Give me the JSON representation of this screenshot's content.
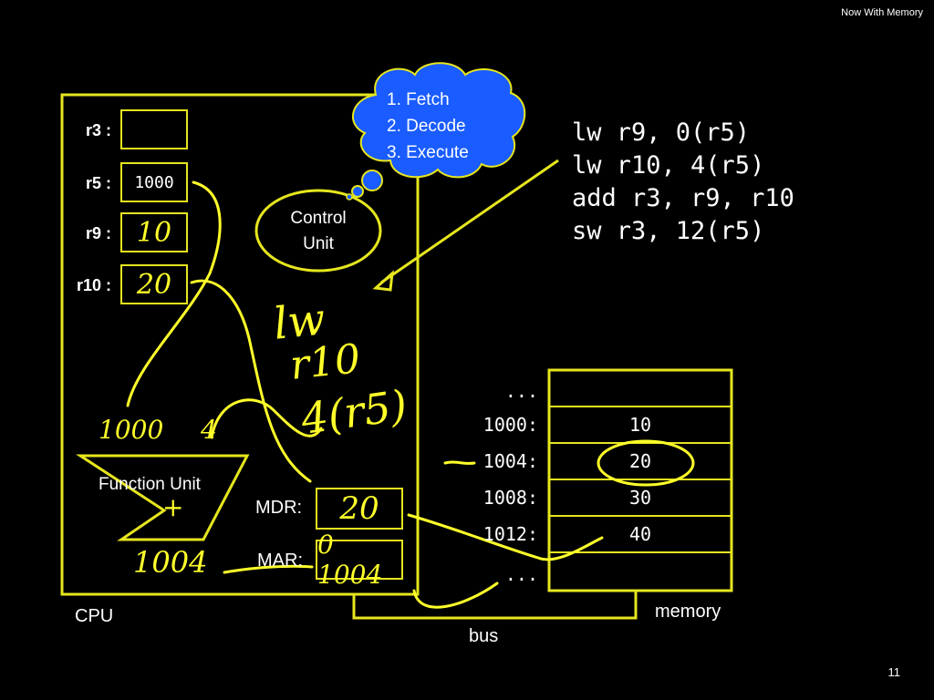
{
  "header": {
    "title": "Now With Memory"
  },
  "page_number": "11",
  "registers": [
    {
      "name": "r3 :",
      "value": ""
    },
    {
      "name": "r5 :",
      "value": "1000"
    },
    {
      "name": "r9 :",
      "value": "10"
    },
    {
      "name": "r10 :",
      "value": "20"
    }
  ],
  "cloud": {
    "steps": [
      "1. Fetch",
      "2. Decode",
      "3. Execute"
    ]
  },
  "control_unit": {
    "line1": "Control",
    "line2": "Unit"
  },
  "code": [
    "lw r9, 0(r5)",
    "lw r10, 4(r5)",
    "add r3, r9, r10",
    "sw r3, 12(r5)"
  ],
  "handwritten_instruction": {
    "op": "lw",
    "reg": "r10",
    "offset": "4(r5)"
  },
  "function_unit": {
    "label": "Function Unit",
    "op": "+",
    "input_a": "1000",
    "input_b": "4",
    "output": "1004"
  },
  "mdr": {
    "label": "MDR:",
    "value": "20"
  },
  "mar": {
    "label": "MAR:",
    "value": "0 1004"
  },
  "cpu_label": "CPU",
  "bus_label": "bus",
  "memory": {
    "label": "memory",
    "rows": [
      {
        "addr": "...",
        "value": ""
      },
      {
        "addr": "1000:",
        "value": "10"
      },
      {
        "addr": "1004:",
        "value": "20"
      },
      {
        "addr": "1008:",
        "value": "30"
      },
      {
        "addr": "1012:",
        "value": "40"
      },
      {
        "addr": "...",
        "value": ""
      }
    ]
  },
  "colors": {
    "background": "#000000",
    "accent": "#e6e61e",
    "cloud": "#1a5cff"
  }
}
